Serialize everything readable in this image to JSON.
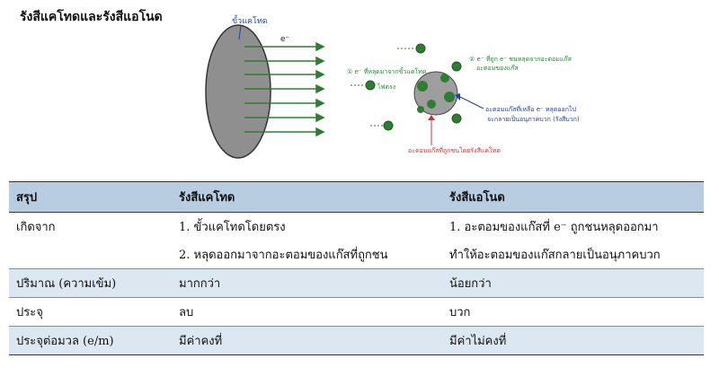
{
  "title": "รังสีแคโทดและรังสีแอโนด",
  "diagram": {
    "cathode_label": "ขั้วแคโทด",
    "electron_symbol": "e⁻",
    "note1_line1": "① e⁻ ที่หลุดมาจากขั้วแคโทด",
    "note1_line2": "ไฟตรง",
    "note2_line1": "② e⁻ ที่ถูก e⁻ ชนหลุดจากอะตอมแก๊ส",
    "note2_line2": "อะตอมของแก๊ส",
    "note3_line1": "อะตอมแก๊สที่เหลือ e⁻ หลุดออกไป",
    "note3_line2": "จะกลายเป็นอนุภาคบวก (รังสีบวก)",
    "note4": "อะตอมแก๊สที่ถูกชนโดยรังสีแคโทด",
    "colors": {
      "cathode": "#8f8f8f",
      "electron": "#2e7d32",
      "ion": "#9e9e9e",
      "green_text": "#1f8a2e",
      "blue_text": "#1f3fa8",
      "red_text": "#d32f2f"
    }
  },
  "table": {
    "headers": [
      "สรุป",
      "รังสีแคโทด",
      "รังสีแอโนด"
    ],
    "rows": [
      [
        "เกิดจาก",
        "1. ขั้วแคโทดโดยตรง",
        "1. อะตอมของแก๊สที่ e⁻ ถูกชนหลุดออกมา"
      ],
      [
        "",
        "2. หลุดออกมาจากอะตอมของแก๊สที่ถูกชน",
        "ทำให้อะตอมของแก๊สกลายเป็นอนุภาคบวก"
      ],
      [
        "ปริมาณ (ความเข้ม)",
        "มากกว่า",
        "น้อยกว่า"
      ],
      [
        "ประจุ",
        "ลบ",
        "บวก"
      ],
      [
        "ประจุต่อมวล (e/m)",
        "มีค่าคงที่",
        "มีค่าไม่คงที่"
      ]
    ]
  }
}
